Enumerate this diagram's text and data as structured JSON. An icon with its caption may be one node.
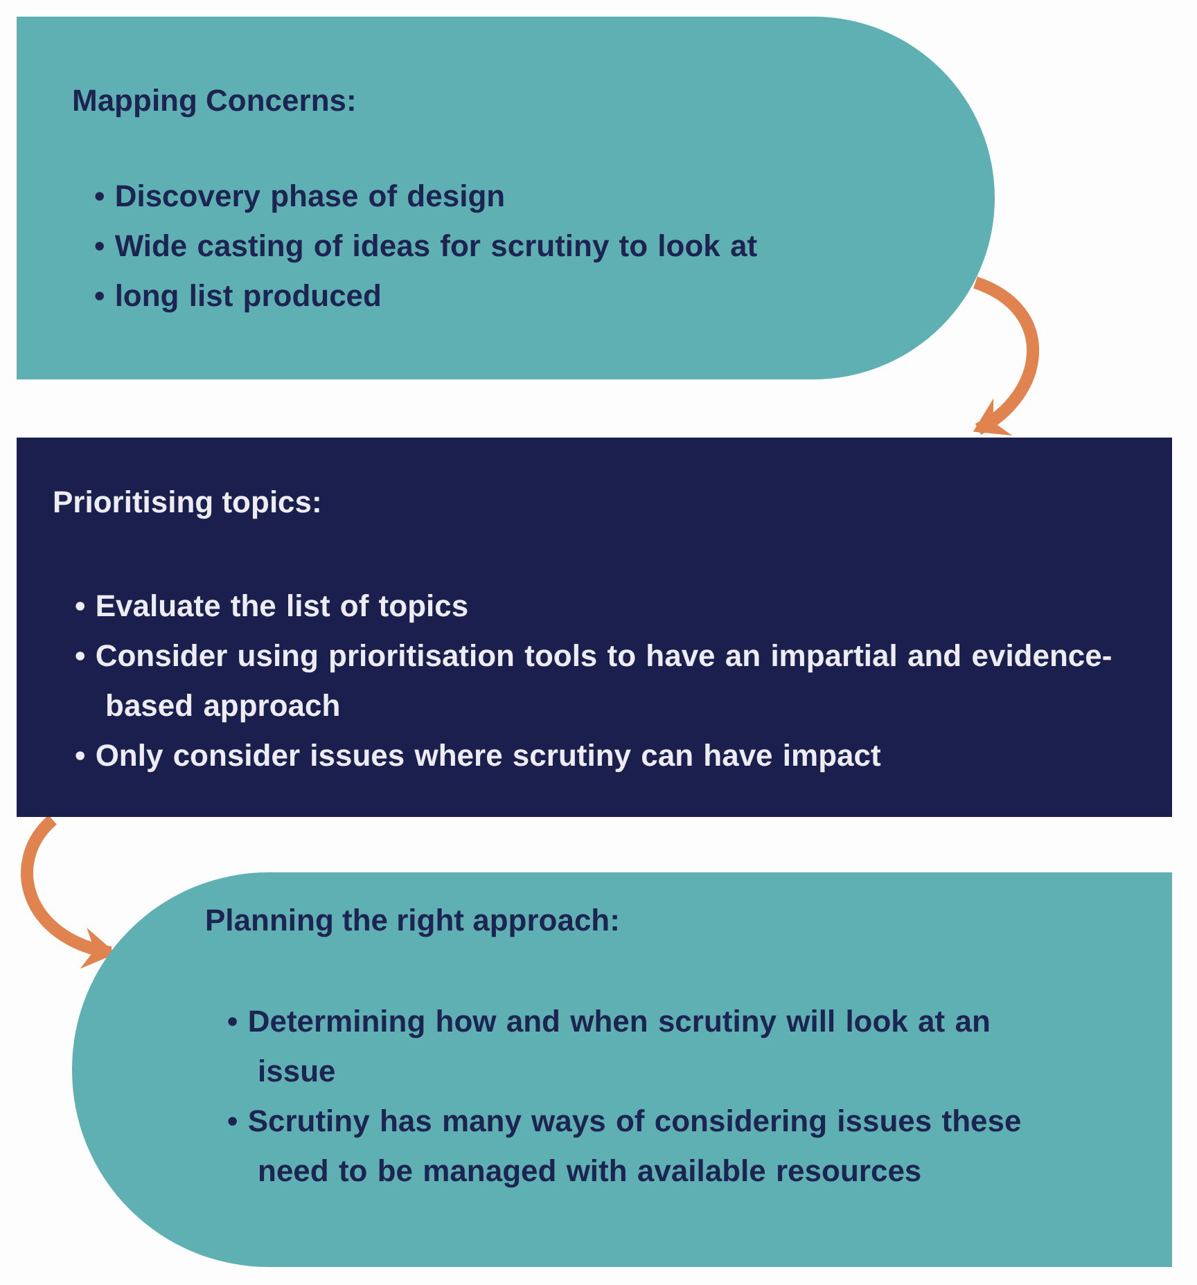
{
  "diagram": {
    "nodes": [
      {
        "text": [
          "Mapping Concerns:",
          "• Discovery phase of design",
          "• Wide casting of ideas for scrutiny to look at",
          "• long list produced"
        ]
      },
      {
        "text": [
          "Prioritising topics:",
          "• Evaluate the list of topics",
          "• Consider using prioritisation tools to have an impartial and evidence-based approach",
          "• Only consider issues where scrutiny can have impact"
        ]
      },
      {
        "text": [
          "Planning the right approach:",
          "• Determining how and when scrutiny will look at an issue",
          "• Scrutiny has many ways of considering issues these need to be managed with available resources"
        ]
      }
    ],
    "edges": [
      {
        "from": 0,
        "to": 1,
        "arrow": "to",
        "color": "#e0834f"
      },
      {
        "from": 1,
        "to": 2,
        "arrow": "to",
        "color": "#e0834f"
      }
    ]
  }
}
